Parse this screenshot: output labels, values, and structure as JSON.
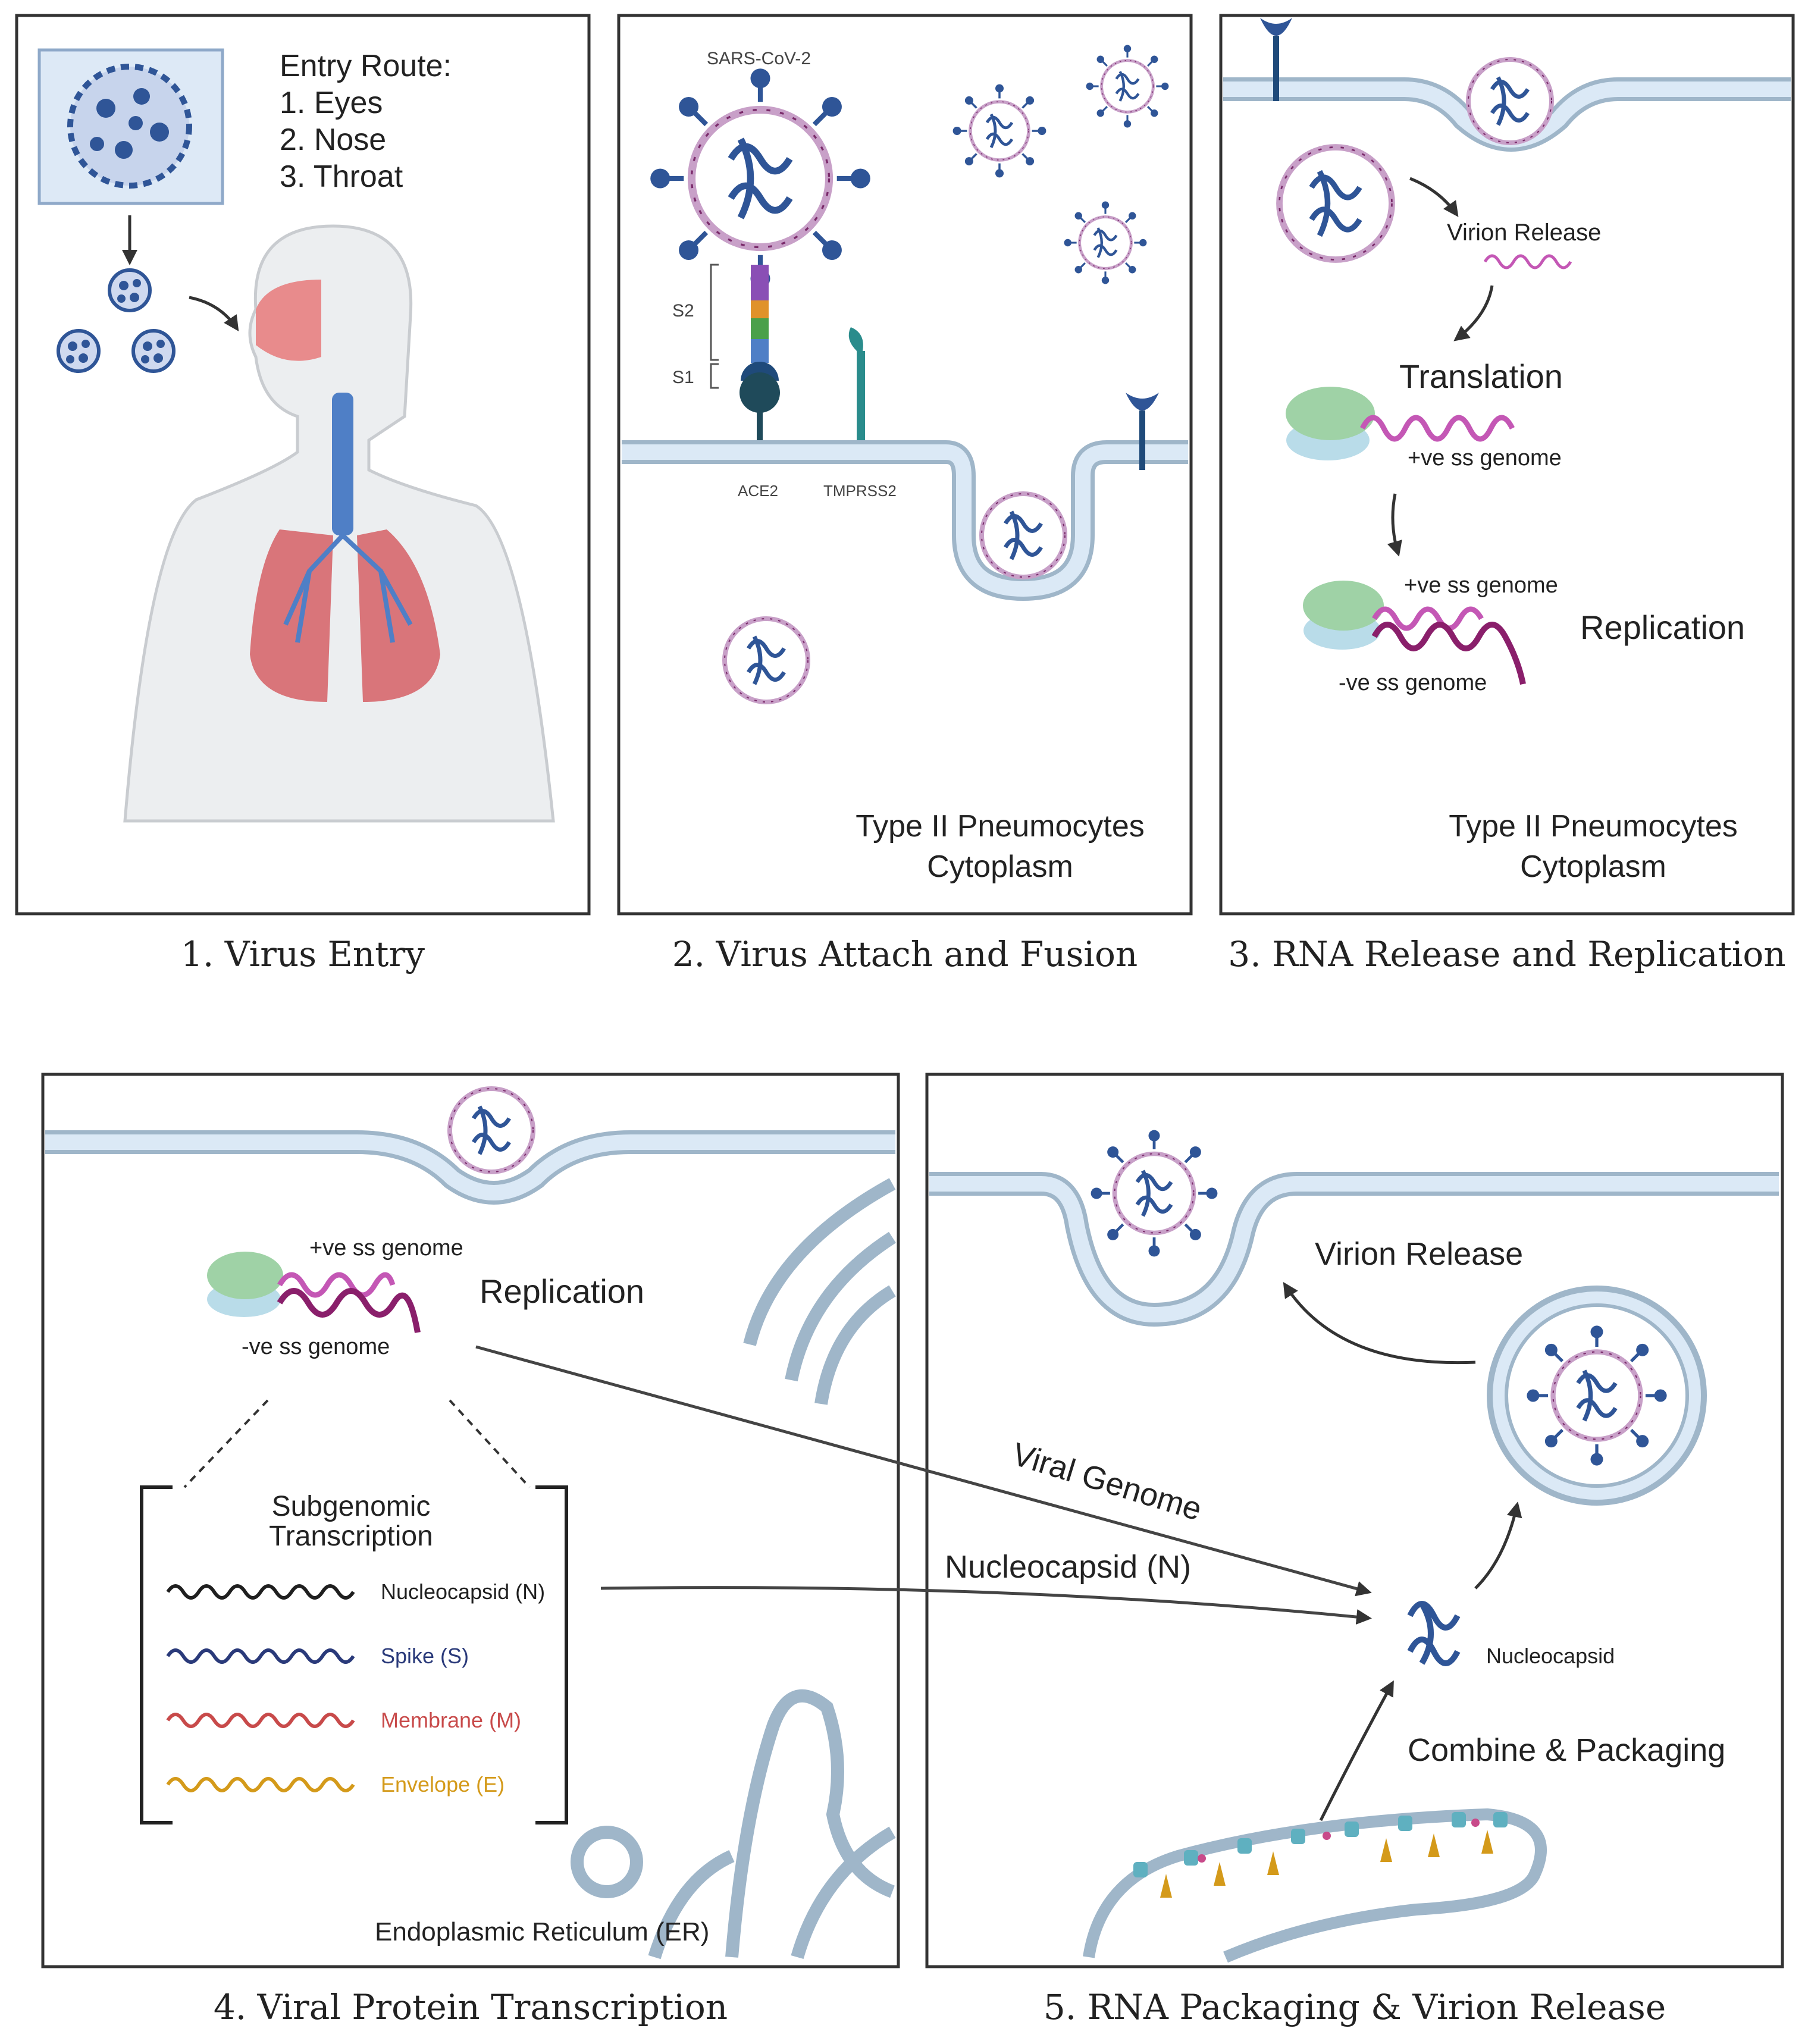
{
  "panels": [
    {
      "caption": "1. Virus Entry",
      "entry_title": "Entry Route:",
      "entry_items": [
        "1. Eyes",
        "2. Nose",
        "3. Throat"
      ]
    },
    {
      "caption": "2. Virus Attach and Fusion",
      "virus_label": "SARS-CoV-2",
      "s2_label": "S2",
      "s1_label": "S1",
      "ace2_label": "ACE2",
      "tmprss2_label": "TMPRSS2",
      "cell_line1": "Type II Pneumocytes",
      "cell_line2": "Cytoplasm"
    },
    {
      "caption": "3. RNA Release and Replication",
      "virion_release": "Virion Release",
      "translation": "Translation",
      "pos_genome": "+ve ss genome",
      "pos_genome2": "+ve ss genome",
      "neg_genome": "-ve ss genome",
      "replication": "Replication",
      "cell_line1": "Type II Pneumocytes",
      "cell_line2": "Cytoplasm"
    },
    {
      "caption": "4. Viral Protein Transcription",
      "pos_genome": "+ve ss genome",
      "neg_genome": "-ve ss genome",
      "replication": "Replication",
      "subgenomic_line1": "Subgenomic",
      "subgenomic_line2": "Transcription",
      "transcripts": [
        {
          "label": "Nucleocapsid (N)",
          "color": "#1f1f1f"
        },
        {
          "label": "Spike (S)",
          "color": "#2a3a7a"
        },
        {
          "label": "Membrane (M)",
          "color": "#c84a4a"
        },
        {
          "label": "Envelope (E)",
          "color": "#d49a1a"
        }
      ],
      "er_label": "Endoplasmic Reticulum (ER)"
    },
    {
      "caption": "5. RNA Packaging & Virion Release",
      "virion_release": "Virion Release",
      "nucleocapsid": "Nucleocapsid",
      "combine": "Combine & Packaging"
    }
  ],
  "arrows": {
    "viral_genome": "Viral Genome",
    "nucleocapsid_n": "Nucleocapsid (N)"
  },
  "colors": {
    "membrane_fill": "#dbe9f6",
    "membrane_stroke": "#9fb6c9",
    "virus_blue": "#2f5597",
    "lung_red": "#d9757a",
    "ribosome_green": "#9fd2a6",
    "ribosome_blue": "#b9dce9",
    "rna_pink": "#c457b5",
    "rna_purple": "#8a1f6b"
  }
}
